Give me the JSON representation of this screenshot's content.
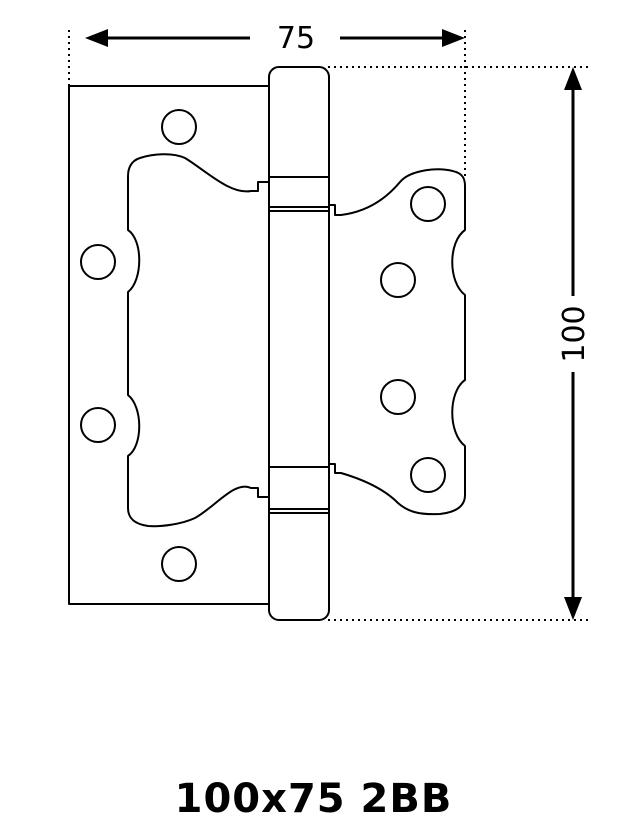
{
  "dimensions": {
    "width": "75",
    "height": "100"
  },
  "product": {
    "code": "100x75 2BB"
  }
}
